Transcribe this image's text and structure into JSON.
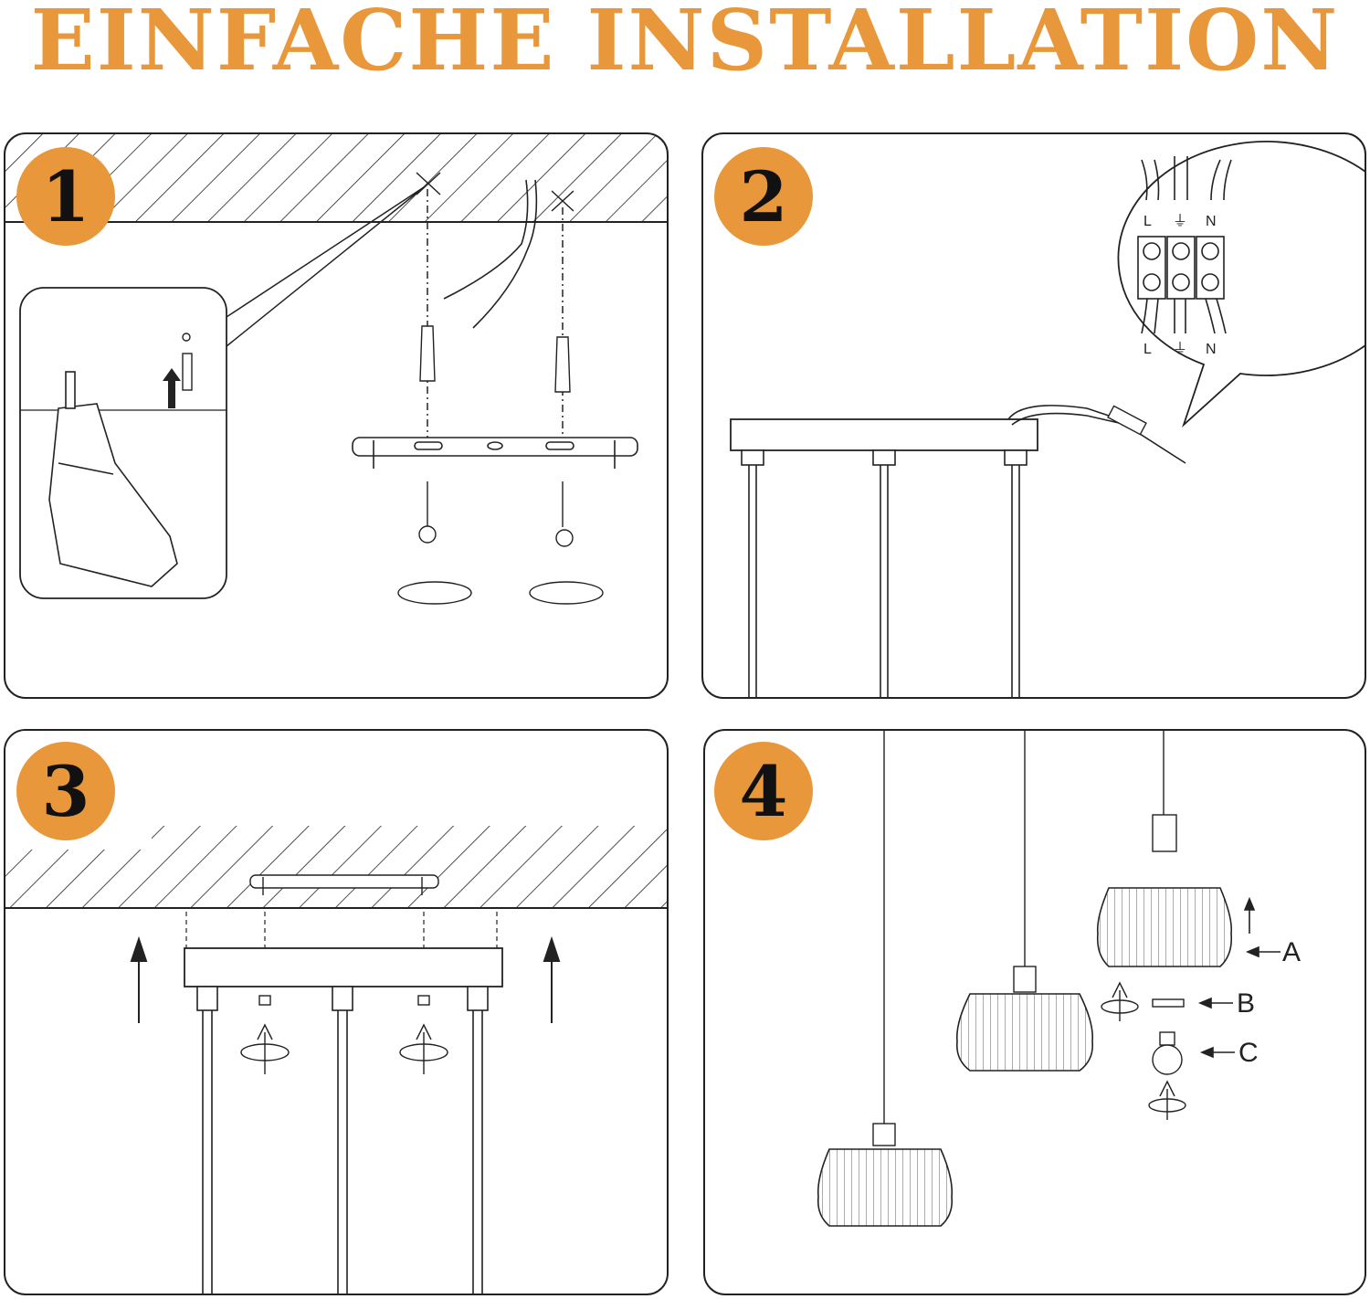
{
  "title": "EINFACHE INSTALLATION",
  "colors": {
    "accent": "#e8973a",
    "line": "#222222"
  },
  "steps": [
    {
      "number": "1"
    },
    {
      "number": "2",
      "terminal_labels_top": [
        "L",
        "⏚",
        "N"
      ],
      "terminal_labels_bottom": [
        "L",
        "⏚",
        "N"
      ]
    },
    {
      "number": "3"
    },
    {
      "number": "4",
      "part_labels": [
        "A",
        "B",
        "C"
      ]
    }
  ]
}
